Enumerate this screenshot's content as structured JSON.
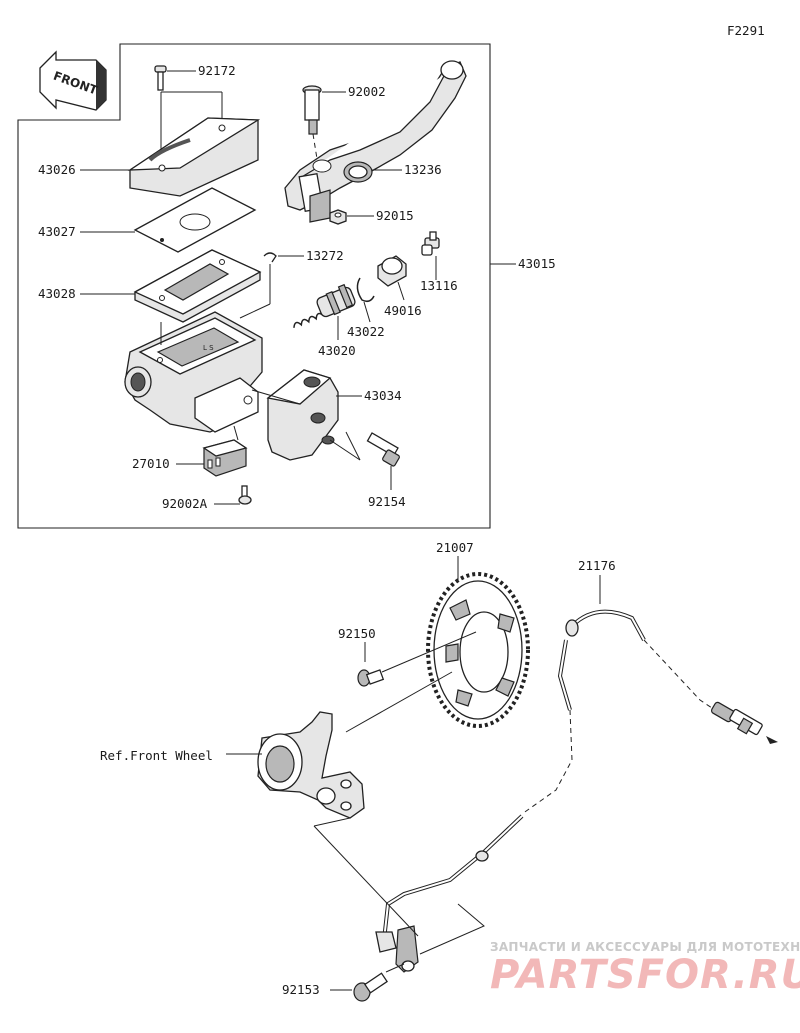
{
  "figure_code": "F2291",
  "front_marker": "FRONT",
  "labels": {
    "p92172": "92172",
    "p92002": "92002",
    "p43026": "43026",
    "p13236": "13236",
    "p92015": "92015",
    "p43027": "43027",
    "p13272": "13272",
    "p43015": "43015",
    "p43028": "43028",
    "p13116": "13116",
    "p49016": "49016",
    "p43022": "43022",
    "p43020": "43020",
    "p43034": "43034",
    "p27010": "27010",
    "p92154": "92154",
    "p92002A": "92002A",
    "p21007": "21007",
    "p21176": "21176",
    "p92150": "92150",
    "ref_front_wheel": "Ref.Front Wheel",
    "p92153": "92153"
  },
  "watermark": {
    "tagline": "ЗАПЧАСТИ И АКСЕССУАРЫ ДЛЯ МОТОТЕХНИКИ",
    "logo": "PARTSFOR.RU"
  }
}
